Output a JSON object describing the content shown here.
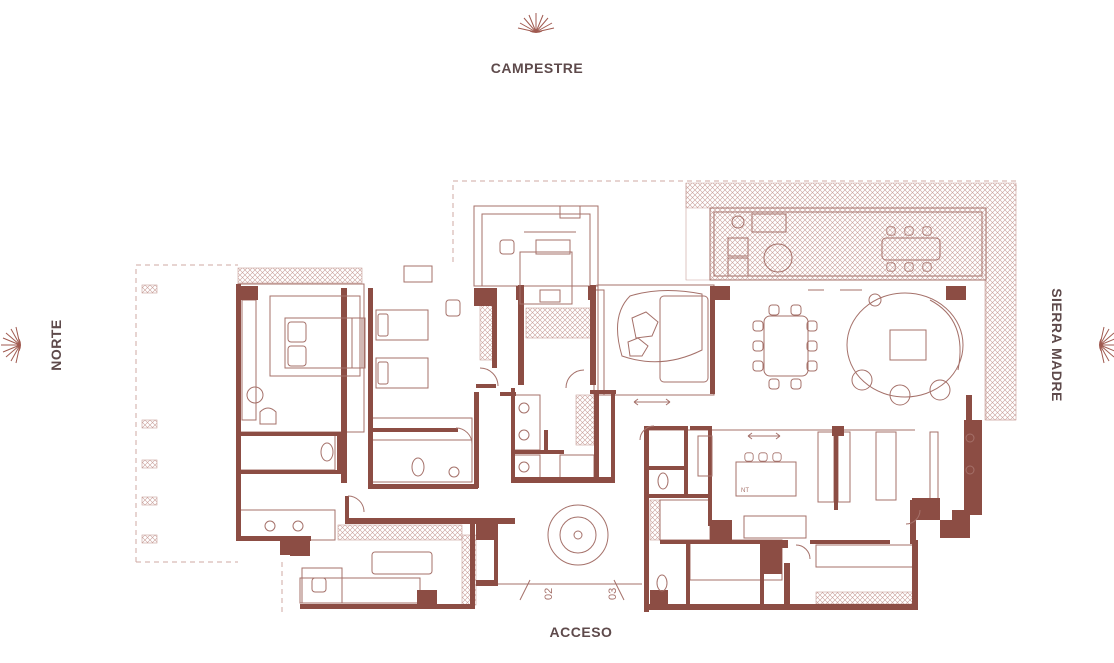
{
  "compass": {
    "top": "CAMPESTRE",
    "bottom": "ACCESO",
    "left": "NORTE",
    "right": "SIERRA MADRE"
  },
  "door_numbers": [
    "02",
    "03"
  ],
  "appliance_marks": {
    "oven": "NT"
  },
  "colors": {
    "wall": "#8c4d44",
    "line": "#a5716a",
    "dash": "#cfa9a3",
    "label": "#5e4a4b"
  },
  "icons": [
    "sunburst-icon"
  ]
}
